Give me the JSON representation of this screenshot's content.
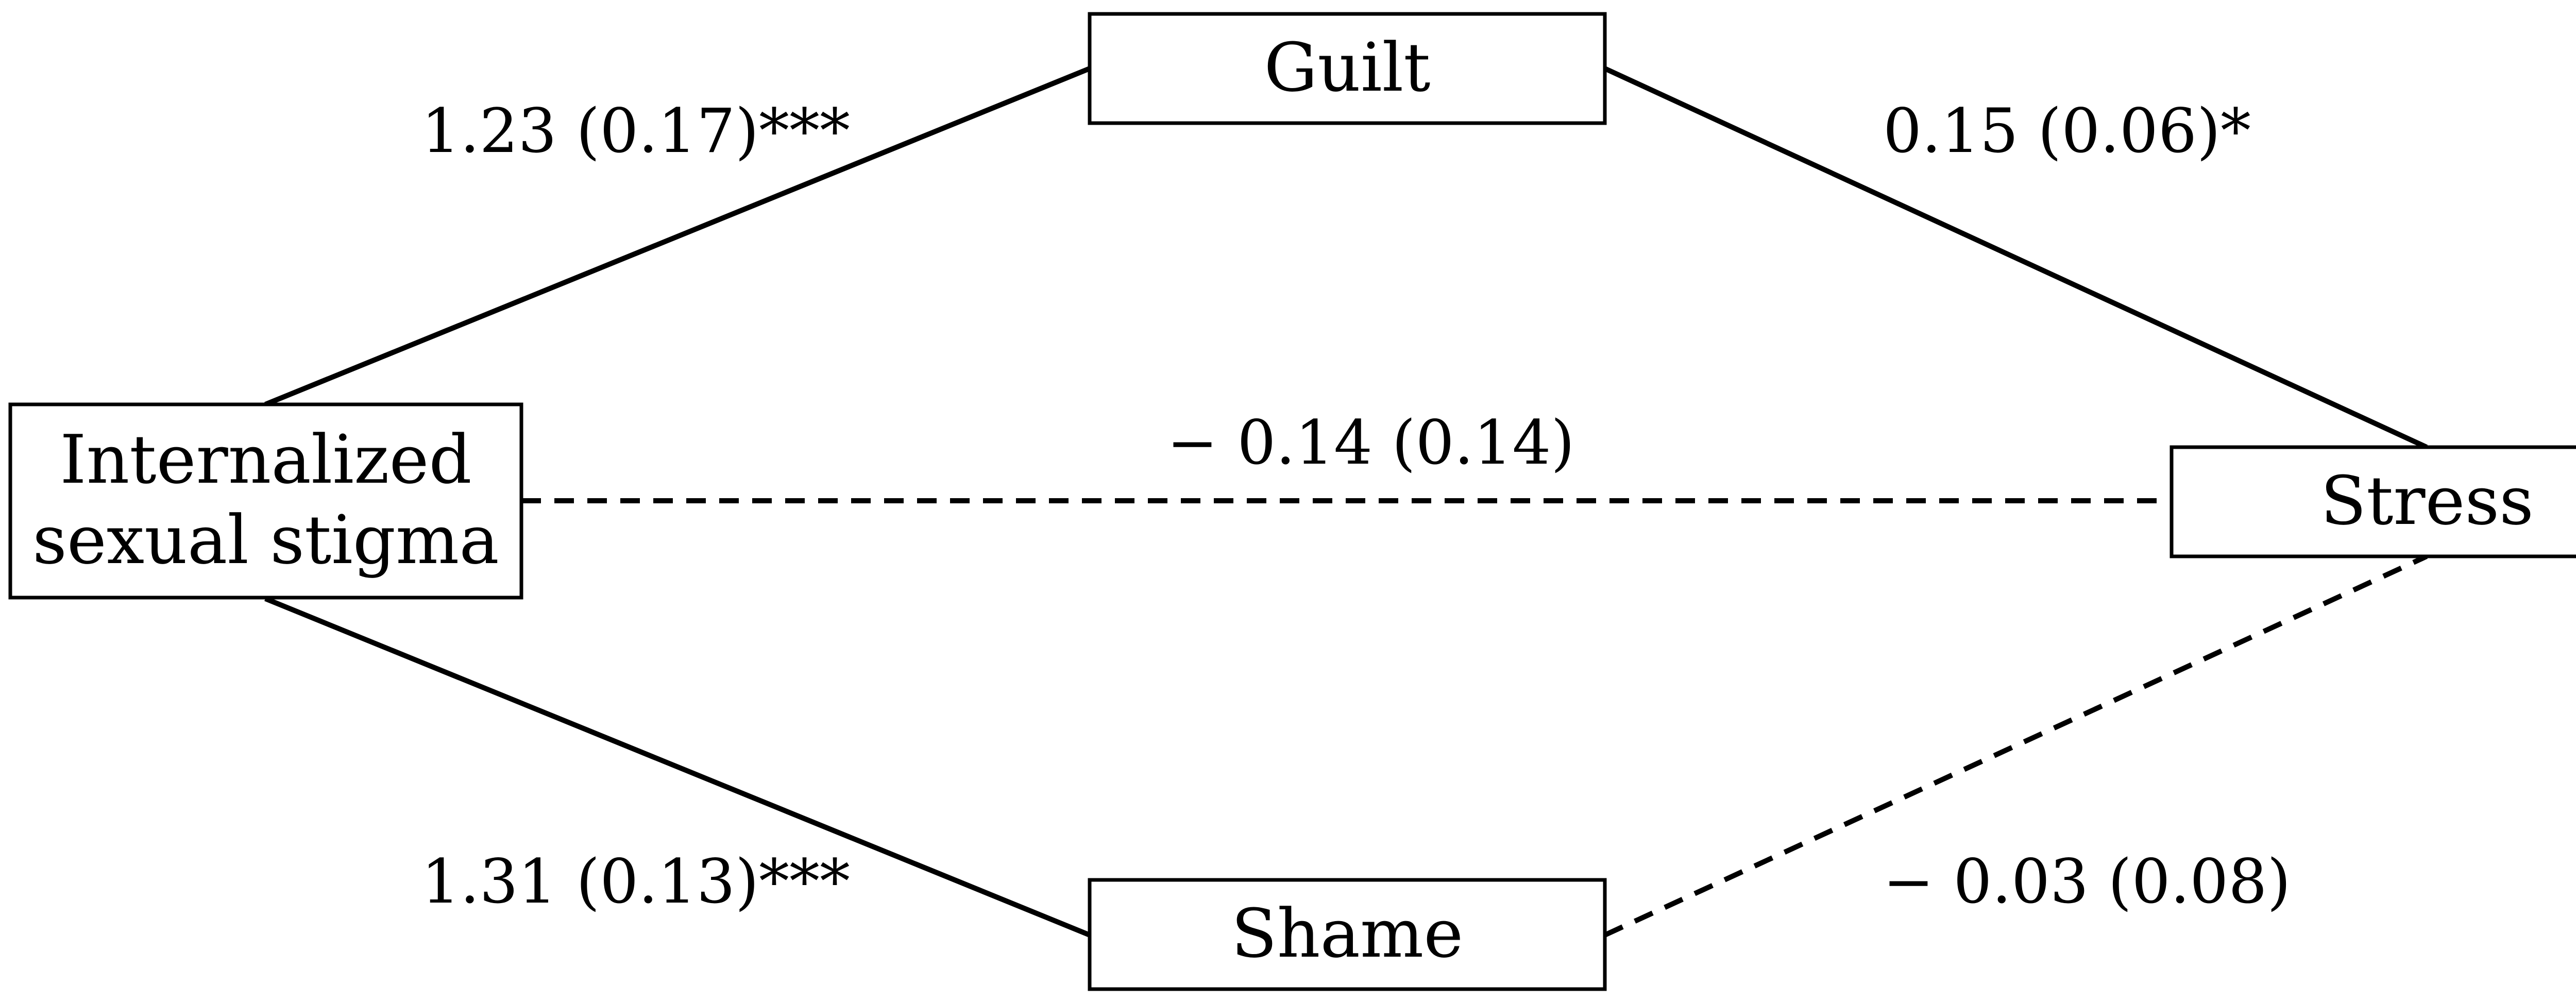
{
  "nodes": {
    "stigma": {
      "line1": "Internalized",
      "line2": "sexual stigma"
    },
    "guilt": {
      "label": "Guilt"
    },
    "shame": {
      "label": "Shame"
    },
    "stress": {
      "label": "Stress"
    }
  },
  "edges": {
    "stigma_guilt": {
      "coef": "1.23 (0.17)***",
      "style": "solid"
    },
    "guilt_stress": {
      "coef": "0.15 (0.06)*",
      "style": "solid"
    },
    "stigma_stress": {
      "coef": "− 0.14 (0.14)",
      "style": "dashed"
    },
    "stigma_shame": {
      "coef": "1.31 (0.13)***",
      "style": "solid"
    },
    "shame_stress": {
      "coef": "− 0.03 (0.08)",
      "style": "dashed"
    }
  }
}
